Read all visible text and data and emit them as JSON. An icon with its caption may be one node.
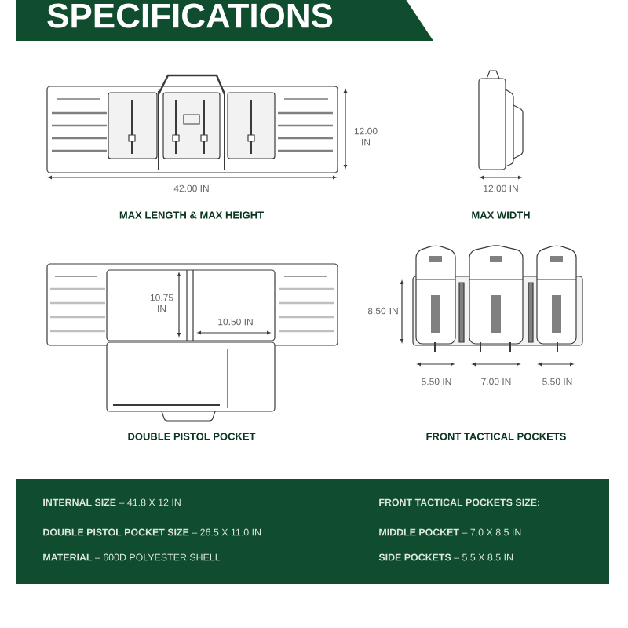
{
  "diagram": {
    "title": "SPECIFICATIONS",
    "labels": [
      "12.00 IN",
      "42.00 IN",
      "MAX LENGTH & MAX HEIGHT",
      "12.00 IN",
      "MAX WIDTH",
      "10.75 IN",
      "10.50 IN",
      "8.50 IN",
      "5.50 IN",
      "7.00 IN",
      "5.50 IN",
      "DOUBLE PISTOL POCKET",
      "FRONT TACTICAL POCKETS",
      "**INTERNAL SIZE** – 41.8 X 12 IN",
      "**FRONT TACTICAL POCKETS SIZE:**",
      "**DOUBLE PISTOL POCKET SIZE** – 26.5 X 11.0 IN",
      "**MIDDLE POCKET** – 7.0 X 8.5 IN",
      "**MATERIAL** – 600D POLYESTER SHELL",
      "**SIDE POCKETS** – 5.5 X 8.5 IN"
    ]
  }
}
